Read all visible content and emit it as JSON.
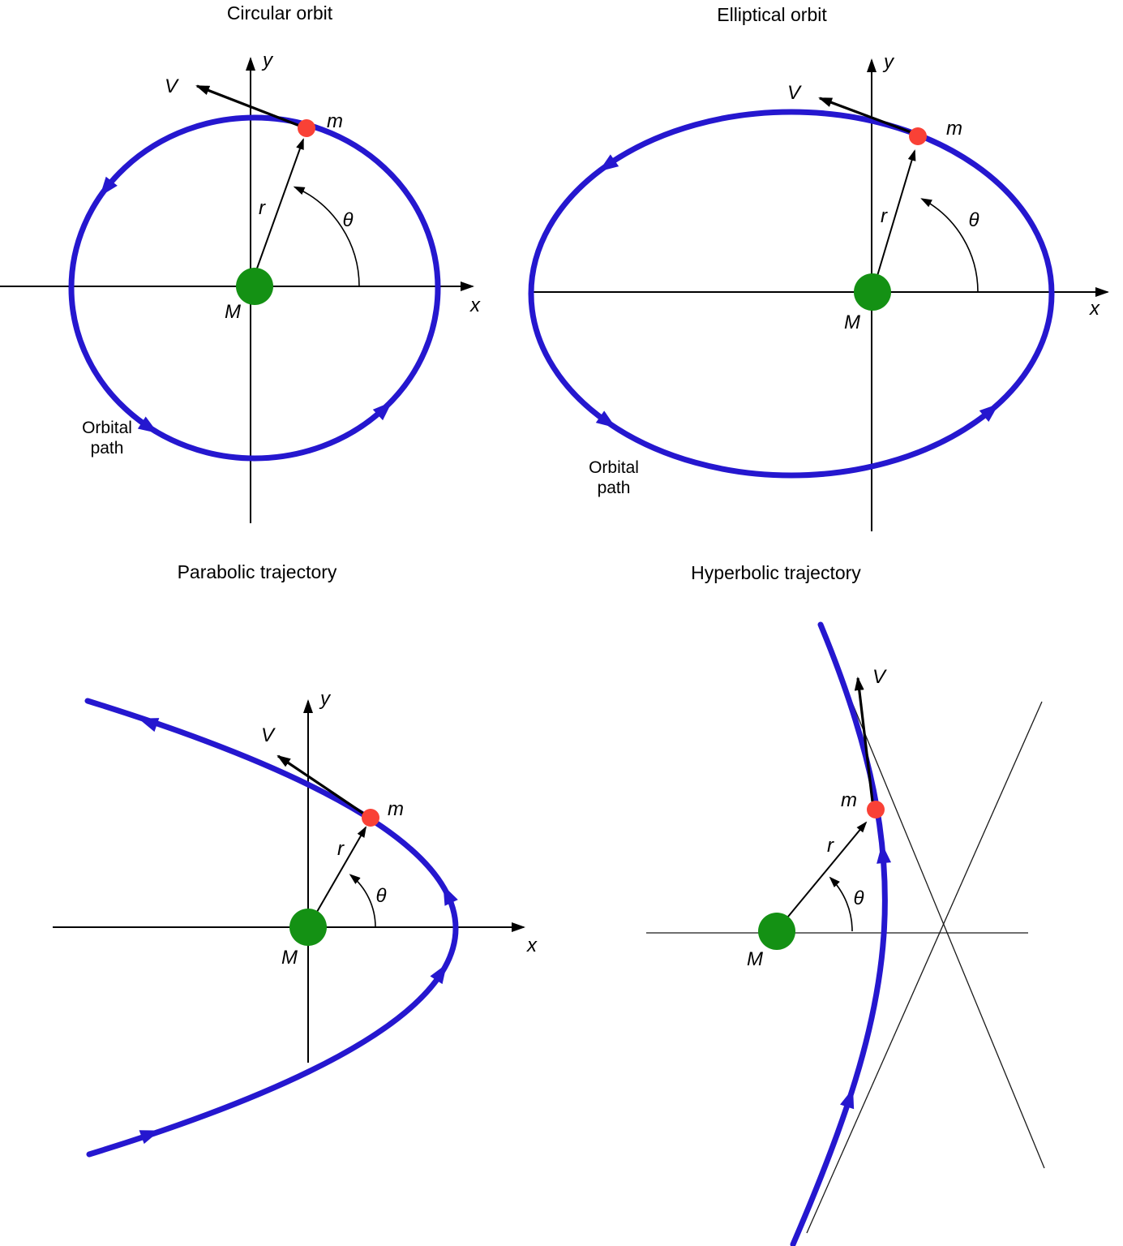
{
  "figure": {
    "description": "Four types of Keplerian orbital trajectories around a central mass",
    "background": "#ffffff"
  },
  "colors": {
    "orbit_blue": "#2517cf",
    "central_mass_green": "#149114",
    "satellite_red": "#f94136",
    "ink_black": "#000000"
  },
  "panels": [
    {
      "title": "Circular orbit",
      "axis_x": "x",
      "axis_y": "y",
      "velocity": "V",
      "satellite": "m",
      "radius": "r",
      "angle": "θ",
      "central_mass": "M",
      "path_label_line1": "Orbital",
      "path_label_line2": "path"
    },
    {
      "title": "Elliptical orbit",
      "axis_x": "x",
      "axis_y": "y",
      "velocity": "V",
      "satellite": "m",
      "radius": "r",
      "angle": "θ",
      "central_mass": "M",
      "path_label_line1": "Orbital",
      "path_label_line2": "path"
    },
    {
      "title": "Parabolic trajectory",
      "axis_x": "x",
      "axis_y": "y",
      "velocity": "V",
      "satellite": "m",
      "radius": "r",
      "angle": "θ",
      "central_mass": "M"
    },
    {
      "title": "Hyperbolic trajectory",
      "velocity": "V",
      "satellite": "m",
      "radius": "r",
      "angle": "θ",
      "central_mass": "M"
    }
  ]
}
